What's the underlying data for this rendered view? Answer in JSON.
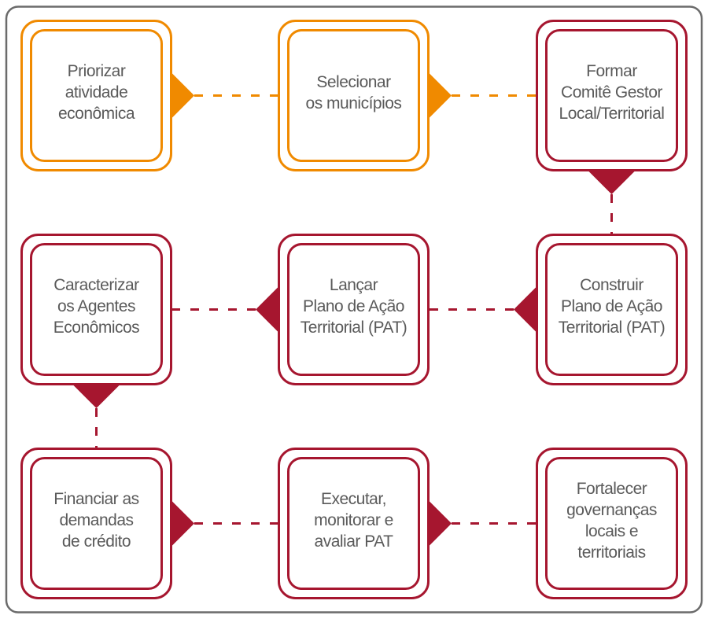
{
  "colors": {
    "frame": "#6b6b6b",
    "orange": "#F08A00",
    "crimson": "#A6162F",
    "text": "#5a5a5a"
  },
  "steps": [
    {
      "id": "priorizar",
      "label": "Priorizar\natividade\neconômica",
      "color": "orange",
      "row": 0,
      "col": 0
    },
    {
      "id": "selecionar",
      "label": "Selecionar\nos municípios",
      "color": "orange",
      "row": 0,
      "col": 1
    },
    {
      "id": "formar",
      "label": "Formar\nComitê Gestor\nLocal/Territorial",
      "color": "crimson",
      "row": 0,
      "col": 2
    },
    {
      "id": "construir",
      "label": "Construir\nPlano de Ação\nTerritorial (PAT)",
      "color": "crimson",
      "row": 1,
      "col": 2
    },
    {
      "id": "lancar",
      "label": "Lançar\nPlano de Ação\nTerritorial (PAT)",
      "color": "crimson",
      "row": 1,
      "col": 1
    },
    {
      "id": "caracterizar",
      "label": "Caracterizar\nos Agentes\nEconômicos",
      "color": "crimson",
      "row": 1,
      "col": 0
    },
    {
      "id": "financiar",
      "label": "Financiar as\ndemandas\nde crédito",
      "color": "crimson",
      "row": 2,
      "col": 0
    },
    {
      "id": "executar",
      "label": "Executar,\nmonitorar e\navaliar PAT",
      "color": "crimson",
      "row": 2,
      "col": 1
    },
    {
      "id": "fortalecer",
      "label": "Fortalecer\ngovernanças\nlocais e\nterritoriais",
      "color": "crimson",
      "row": 2,
      "col": 2
    }
  ],
  "connectors": [
    {
      "from": "priorizar",
      "to": "selecionar",
      "direction": "right",
      "color": "orange"
    },
    {
      "from": "selecionar",
      "to": "formar",
      "direction": "right",
      "color": "orange"
    },
    {
      "from": "formar",
      "to": "construir",
      "direction": "down",
      "color": "crimson"
    },
    {
      "from": "construir",
      "to": "lancar",
      "direction": "left",
      "color": "crimson"
    },
    {
      "from": "lancar",
      "to": "caracterizar",
      "direction": "left",
      "color": "crimson"
    },
    {
      "from": "caracterizar",
      "to": "financiar",
      "direction": "down",
      "color": "crimson"
    },
    {
      "from": "financiar",
      "to": "executar",
      "direction": "right",
      "color": "crimson"
    },
    {
      "from": "executar",
      "to": "fortalecer",
      "direction": "right",
      "color": "crimson"
    }
  ]
}
